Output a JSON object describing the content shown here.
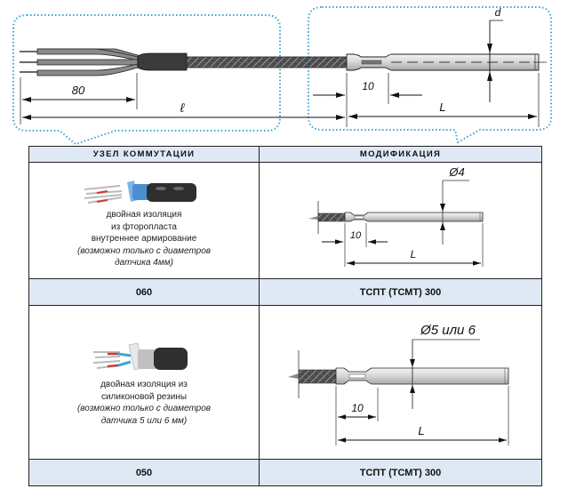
{
  "top_drawing": {
    "dim_80": "80",
    "dim_l_total": "ℓ",
    "dim_10": "10",
    "dim_L": "L",
    "dim_d": "d",
    "callout_color": "#3aa6cf"
  },
  "table": {
    "headers": [
      "УЗЕЛ КОММУТАЦИИ",
      "МОДИФИКАЦИЯ"
    ],
    "header_bg": "#dfe9f5",
    "rows": [
      {
        "description": {
          "lines": [
            "двойная изоляция",
            "из  фторопласта",
            "внутреннее армирование"
          ],
          "italic_lines": [
            "(возможно только с диаметров",
            "датчика 4мм)"
          ]
        },
        "code": "060",
        "drawing": {
          "diameter": "Ø4",
          "dim_10": "10",
          "dim_L": "L"
        },
        "modification": "ТСПТ (ТСМТ) 300"
      },
      {
        "description": {
          "lines": [
            "двойная изоляция из",
            "силиконовой резины"
          ],
          "italic_lines": [
            "(возможно только с диаметров",
            "датчика 5 или 6 мм)"
          ]
        },
        "code": "050",
        "drawing": {
          "diameter": "Ø5 или 6",
          "dim_10": "10",
          "dim_L": "L"
        },
        "modification": "ТСПТ (ТСМТ) 300"
      }
    ]
  }
}
